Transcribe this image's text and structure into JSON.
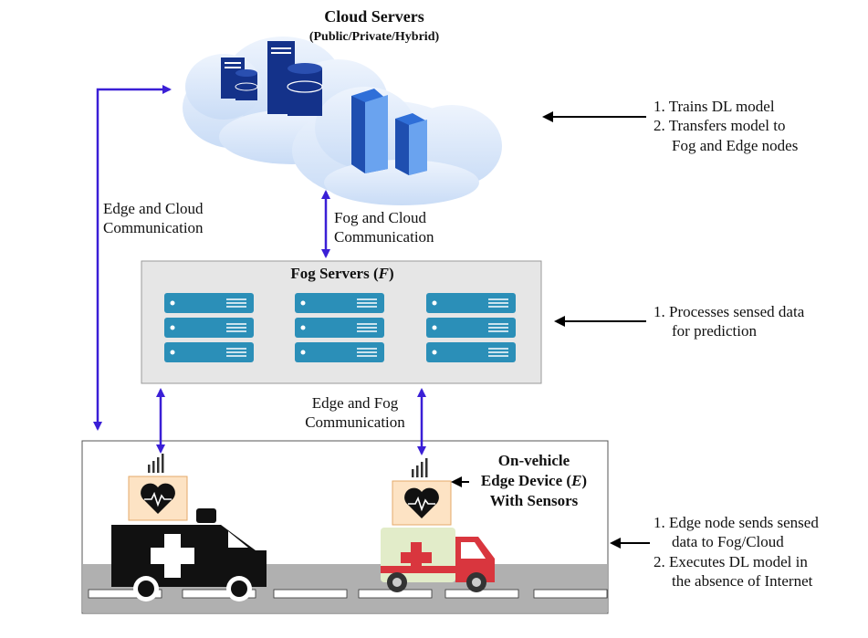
{
  "cloud": {
    "title": "Cloud Servers",
    "subtitle": "(Public/Private/Hybrid)",
    "annotations": [
      "1. Trains DL model",
      "2. Transfers model to",
      "Fog and Edge nodes"
    ]
  },
  "fog": {
    "title_text": "Fog Servers (",
    "title_var": "F",
    "title_close": ")",
    "annotations": [
      "1. Processes sensed data",
      "for prediction"
    ]
  },
  "edge": {
    "device_label": [
      "On-vehicle",
      "Edge Device (",
      "E",
      ")",
      "With Sensors"
    ],
    "annotations": [
      "1. Edge node sends sensed",
      "data to Fog/Cloud",
      "2. Executes DL model in",
      "the absence of Internet"
    ]
  },
  "links": {
    "edge_cloud": [
      "Edge and Cloud",
      "Communication"
    ],
    "fog_cloud": [
      "Fog and Cloud",
      "Communication"
    ],
    "edge_fog": [
      "Edge and Fog",
      "Communication"
    ]
  },
  "colors": {
    "arrow": "#3a1fd6",
    "cloud": "#dce9fb",
    "server_dark": "#14328a",
    "fog_server": "#2b8fb8",
    "fog_box": "#e6e6e6",
    "road": "#b0b0b0",
    "sensor_box": "#fde3c4",
    "ambulance_light": "#e2ecc9",
    "cross_red": "#d9363e"
  },
  "icons": [
    "database-server-icon",
    "rack-server-icon",
    "heart-monitor-icon",
    "signal-bars-icon",
    "ambulance-icon"
  ]
}
